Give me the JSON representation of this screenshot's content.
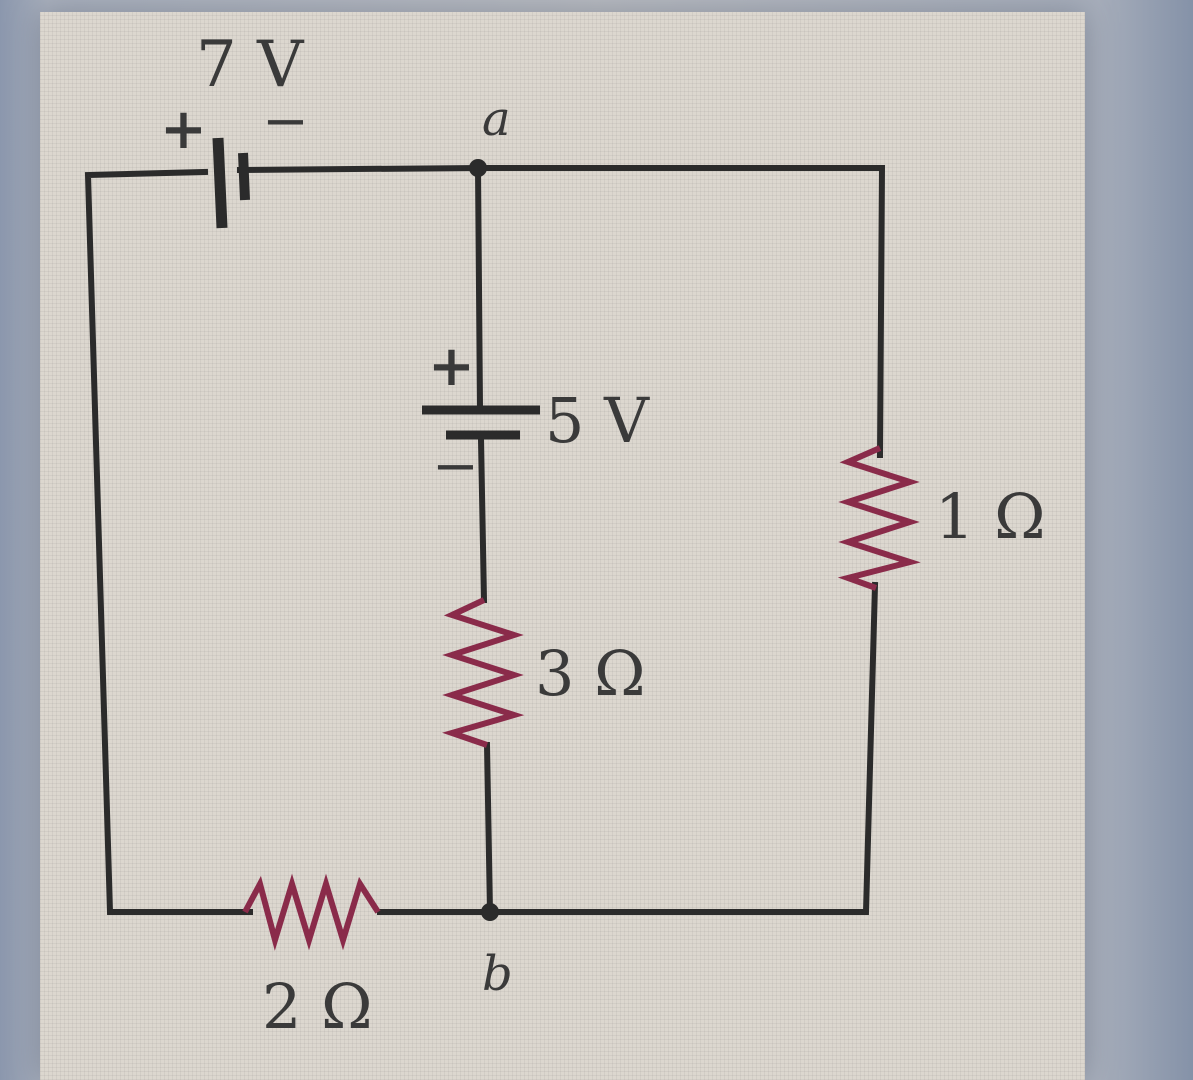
{
  "diagram": {
    "battery_top": {
      "voltage": "7 V",
      "plus": "+",
      "minus": "−"
    },
    "battery_middle": {
      "voltage": "5 V",
      "plus": "+",
      "minus": "−"
    },
    "resistor_right": {
      "value": "1 Ω"
    },
    "resistor_middle": {
      "value": "3 Ω"
    },
    "resistor_bottom": {
      "value": "2 Ω"
    },
    "node_top": {
      "label": "a"
    },
    "node_bottom": {
      "label": "b"
    }
  },
  "colors": {
    "wire": "#2b2b2b",
    "resistor": "#8a2b4a",
    "text": "#3a3a3a"
  }
}
